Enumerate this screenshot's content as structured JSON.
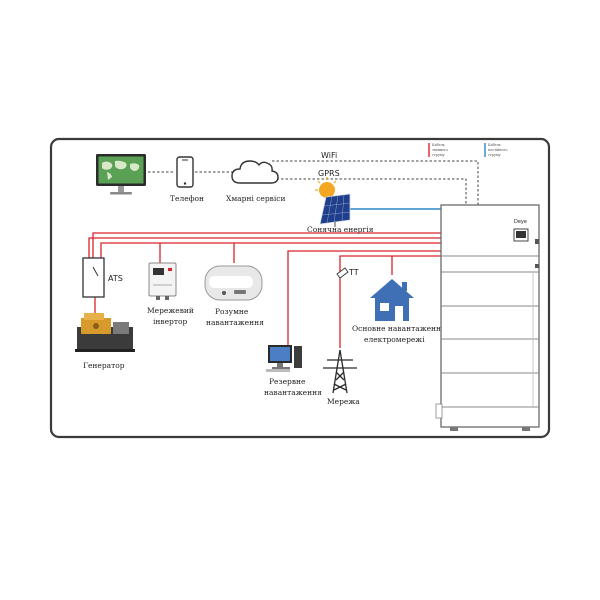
{
  "legend": {
    "ac": {
      "text": [
        "Кабель",
        "змінного",
        "струму"
      ],
      "color": "#d9232a"
    },
    "dc": {
      "text": [
        "Кабель",
        "постійного",
        "струму"
      ],
      "color": "#2e86c8"
    }
  },
  "links": {
    "wifi": "WiFi",
    "gprs": "GPRS"
  },
  "labels": {
    "phone": "Телефон",
    "cloud": "Хмарні сервіси",
    "solar": "Сонячна енергія",
    "ats": "ATS",
    "ct": "TT",
    "generator": "Генератор",
    "grid_inverter": [
      "Мережевий",
      "інвертор"
    ],
    "smart_load": [
      "Розумне",
      "навантаження"
    ],
    "backup_load": [
      "Резервне",
      "навантаження"
    ],
    "grid": "Мережа",
    "main_load": [
      "Основне навантаження в",
      "електромережі"
    ]
  },
  "battery": {
    "brand": "Deye"
  },
  "icons": {
    "monitor": "monitor-icon",
    "phone": "smartphone-icon",
    "cloud": "cloud-icon",
    "solar": "solar-panel-icon",
    "ats": "ats-switch-icon",
    "generator": "generator-icon",
    "inverter": "grid-inverter-icon",
    "boiler": "water-heater-icon",
    "pc": "desktop-pc-icon",
    "tower": "power-tower-icon",
    "house": "house-icon",
    "ct": "current-transformer-icon",
    "battery": "battery-cabinet-icon"
  },
  "colors": {
    "ac": "#d9232a",
    "dc": "#2e86c8",
    "frame": "#3a3a3a",
    "solar_sun": "#f5a623",
    "house": "#3f6fb5"
  }
}
